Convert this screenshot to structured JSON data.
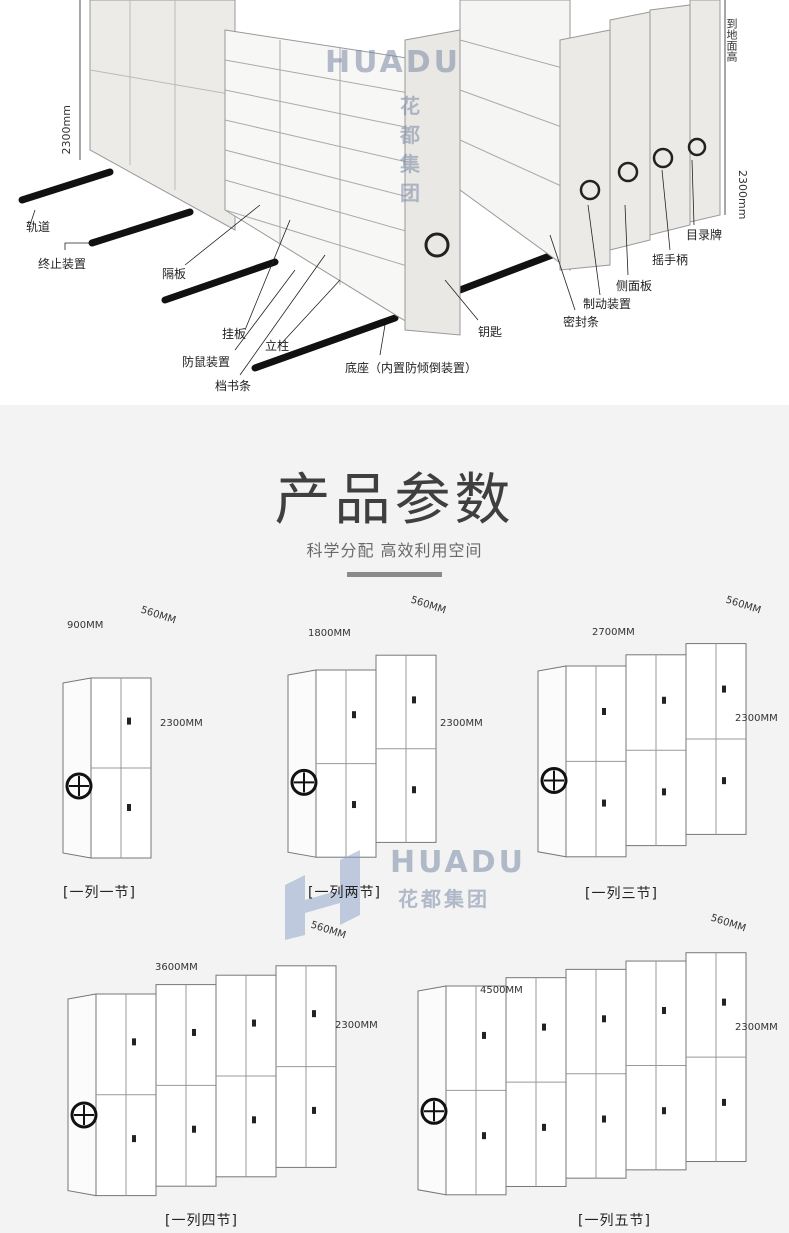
{
  "diagram": {
    "labels": {
      "rail": "轨道",
      "stop_device": "终止装置",
      "partition": "隔板",
      "hanging_board": "挂板",
      "rodent_guard": "防鼠装置",
      "book_strip": "档书条",
      "upright": "立柱",
      "base": "底座（内置防倾倒装置）",
      "key": "钥匙",
      "seal_strip": "密封条",
      "brake_device": "制动装置",
      "side_panel": "侧面板",
      "crank_handle": "摇手柄",
      "catalog_plate": "目录牌",
      "floor_height": "到地面高"
    },
    "height_left": "2300mm",
    "height_right": "2300mm"
  },
  "watermark": {
    "brand": "HUADU",
    "brand_cn": "花都集团"
  },
  "section": {
    "title": "产品参数",
    "subtitle": "科学分配 高效利用空间"
  },
  "products": [
    {
      "caption": "[一列一节]",
      "width": "900MM",
      "depth": "560MM",
      "height": "2300MM",
      "sections": 1
    },
    {
      "caption": "[一列两节]",
      "width": "1800MM",
      "depth": "560MM",
      "height": "2300MM",
      "sections": 2
    },
    {
      "caption": "[一列三节]",
      "width": "2700MM",
      "depth": "560MM",
      "height": "2300MM",
      "sections": 3
    },
    {
      "caption": "[一列四节]",
      "width": "3600MM",
      "depth": "560MM",
      "height": "2300MM",
      "sections": 4
    },
    {
      "caption": "[一列五节]",
      "width": "4500MM",
      "depth": "560MM",
      "height": "2300MM",
      "sections": 5
    }
  ]
}
